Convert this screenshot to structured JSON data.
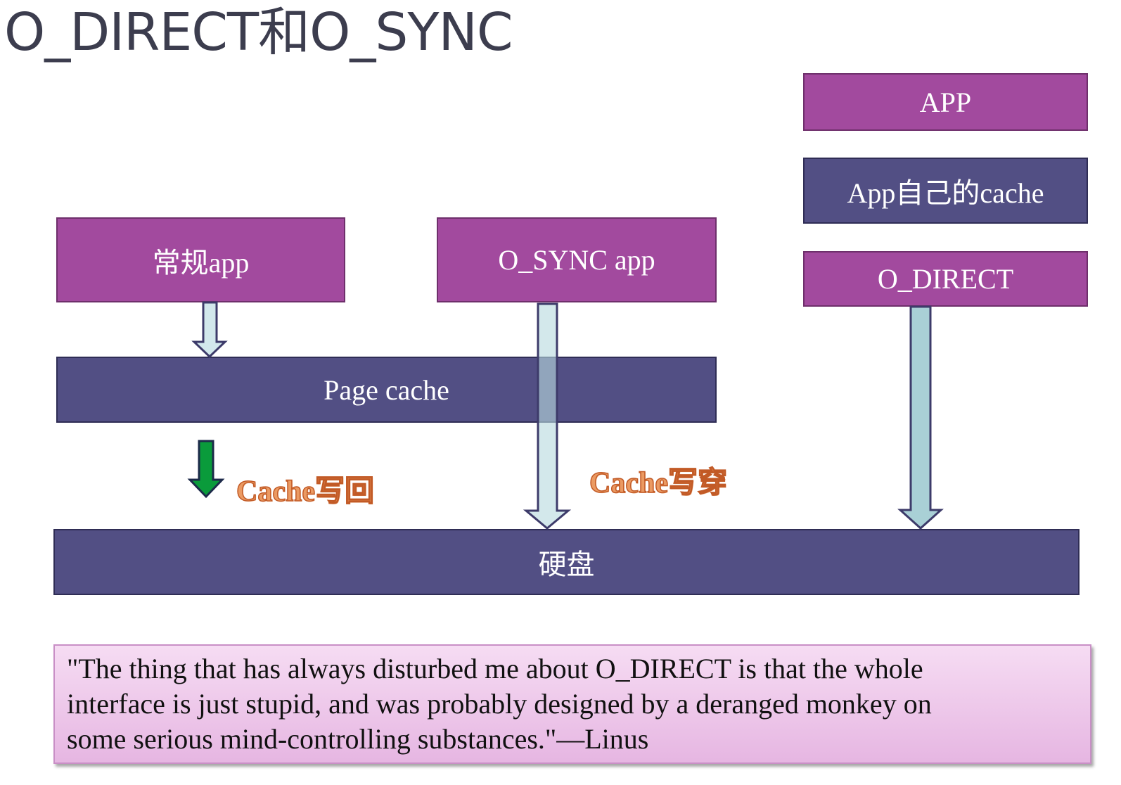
{
  "title": "O_DIRECT和O_SYNC",
  "colors": {
    "purple": "#a24a9e",
    "indigo": "#524f84",
    "arrow_fill": "#b8dadf",
    "green_arrow": "#0a9b3b",
    "label_orange": "#eb9a62"
  },
  "boxes": {
    "app": "APP",
    "app_cache": "App自己的cache",
    "o_direct": "O_DIRECT",
    "regular_app": "常规app",
    "o_sync_app": "O_SYNC app",
    "page_cache": "Page cache",
    "disk": "硬盘"
  },
  "labels": {
    "write_back": "Cache写回",
    "write_through": "Cache写穿"
  },
  "quote": {
    "lines": [
      "\"The thing that has always disturbed me about O_DIRECT is that the whole",
      "interface is just stupid, and was probably designed by a deranged monkey on",
      "some serious mind-controlling substances.\"—Linus"
    ]
  }
}
